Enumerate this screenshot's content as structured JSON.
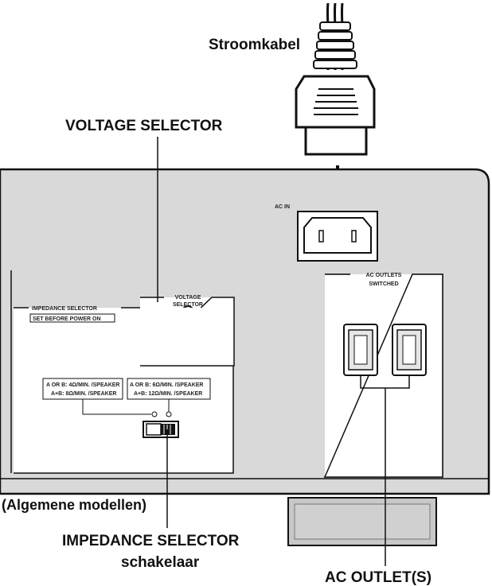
{
  "callouts": {
    "power_cord": "Stroomkabel",
    "voltage_selector": "VOLTAGE SELECTOR",
    "general_models": "(Algemene modellen)",
    "impedance_selector": "IMPEDANCE SELECTOR",
    "switch": "schakelaar",
    "ac_outlets": "AC OUTLET(S)"
  },
  "panel": {
    "ac_in": "AC IN",
    "ac_outlets_title": "AC OUTLETS",
    "switched": "SWITCHED",
    "voltage_selector_line1": "VOLTAGE",
    "voltage_selector_line2": "SELECTOR",
    "impedance_selector_title": "IMPEDANCE SELECTOR",
    "set_before_power_on": "SET BEFORE POWER ON",
    "setting_left_line1": "A OR B: 4Ω/MIN. /SPEAKER",
    "setting_left_line2": "A+B: 8Ω/MIN. /SPEAKER",
    "setting_right_line1": "A OR B: 6Ω/MIN. /SPEAKER",
    "setting_right_line2": "A+B: 12Ω/MIN. /SPEAKER"
  },
  "colors": {
    "panel_fill": "#d9d9d9",
    "foot_fill": "#c8c8c8",
    "line": "#111111"
  }
}
